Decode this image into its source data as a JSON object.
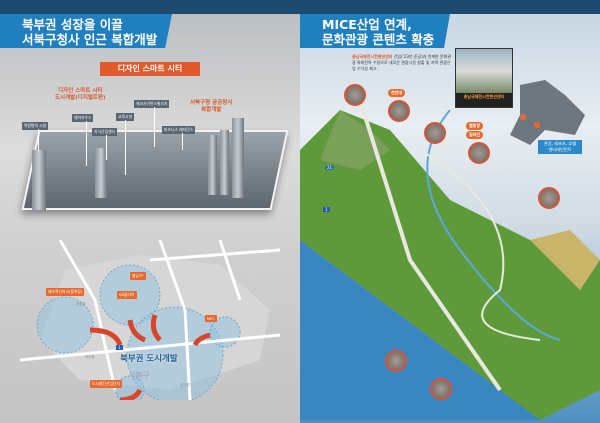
{
  "left": {
    "title_line1": "북부권 성장을 이끌",
    "title_line2": "서북구청사 인근 복합개발",
    "ribbon": "디자인 스마트 시티",
    "highlight1_line1": "디자인 스마트 시티",
    "highlight1_line2": "도시개발(디지털트윈)",
    "highlight2_line1": "서북구청 공공청사",
    "highlight2_line2": "복합개발",
    "tags": [
      "복합편의 시설",
      "쉐어하우스",
      "지식산업센터",
      "교육시설",
      "에코사이언스빌리지",
      "비즈니스 레지던스"
    ],
    "map": {
      "title": "북부권 도시개발",
      "district": "서북구",
      "tags": [
        "충남TP",
        "SB플라자",
        "제조혁신파크(풍축장)",
        "NFC",
        "도시첨단산업단지"
      ],
      "places": [
        "성환읍",
        "직산읍",
        "성거읍"
      ],
      "highway": "1"
    }
  },
  "right": {
    "title_line1": "MICE산업 연계,",
    "title_line2": "문화관광 콘텐츠 확충",
    "desc_highlight": "충남국제전시컨벤션센터",
    "desc_rest": " 건립('23년 준공)과 연계한 문화관광 특화전략 수립으로 새로운 관광시장 창출 및 지역 관광산업 수익성 제고",
    "photo_caption": "충남국제전시컨벤션센터",
    "buttons": [
      "천안대",
      "캠핑장",
      "짚라인"
    ],
    "region_label_line1": "관광, 레포츠, 호텔",
    "region_label_line2": "엔터테인먼트",
    "road_numbers": [
      "21",
      "1"
    ]
  }
}
